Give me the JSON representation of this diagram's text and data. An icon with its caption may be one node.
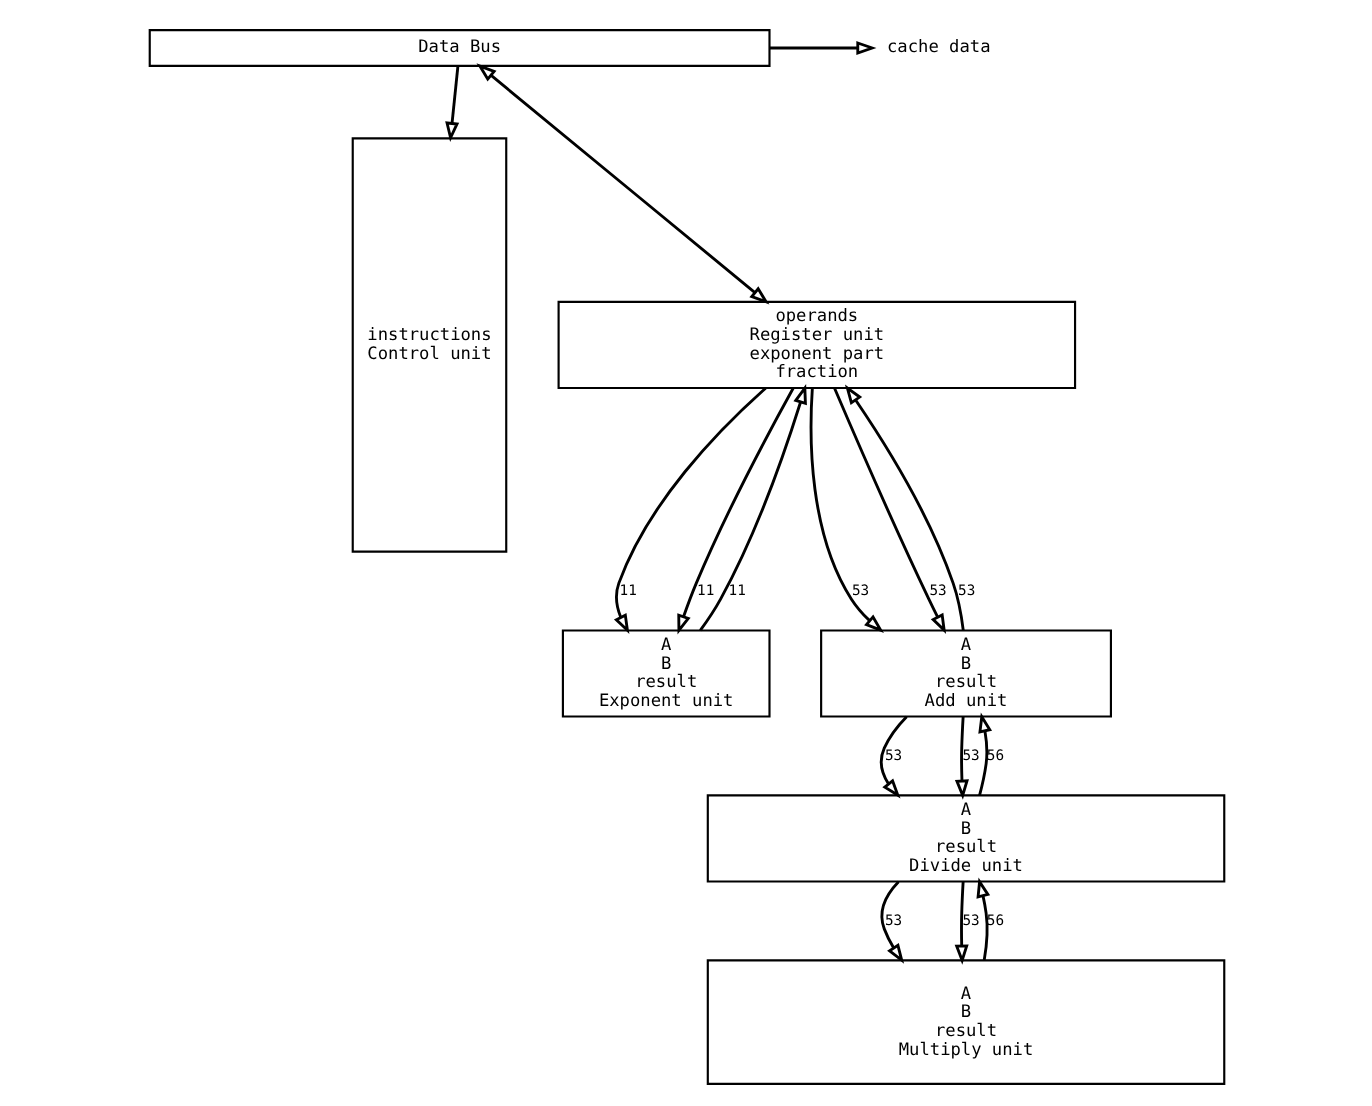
{
  "diagram": {
    "nodes": [
      {
        "text": [
          "cache data"
        ]
      },
      {
        "text": [
          "Data Bus"
        ]
      },
      {
        "text": [
          "instructions",
          "Control unit"
        ]
      },
      {
        "text": [
          "operands",
          "Register unit",
          "exponent part",
          "fraction"
        ]
      },
      {
        "text": [
          "A",
          "B",
          "result",
          "Exponent unit"
        ]
      },
      {
        "text": [
          "A",
          "B",
          "result",
          "Add unit"
        ]
      },
      {
        "text": [
          "A",
          "B",
          "result",
          "Divide unit"
        ]
      },
      {
        "text": [
          "A",
          "B",
          "result",
          "Multiply unit"
        ]
      }
    ],
    "edges": [
      {
        "from": 1,
        "to": 0,
        "arrow": "to"
      },
      {
        "from": 1,
        "to": 2,
        "arrow": "to"
      },
      {
        "from": 1,
        "to": 3,
        "arrow": "both"
      },
      {
        "from": 3,
        "to": 4,
        "arrow": "to",
        "label": "11"
      },
      {
        "from": 3,
        "to": 4,
        "arrow": "to",
        "label": "11"
      },
      {
        "from": 4,
        "to": 3,
        "arrow": "to",
        "label": "11"
      },
      {
        "from": 3,
        "to": 5,
        "arrow": "to",
        "label": "53"
      },
      {
        "from": 3,
        "to": 5,
        "arrow": "to",
        "label": "53"
      },
      {
        "from": 5,
        "to": 3,
        "arrow": "to",
        "label": "53"
      },
      {
        "from": 5,
        "to": 6,
        "arrow": "to",
        "label": "53"
      },
      {
        "from": 5,
        "to": 6,
        "arrow": "to",
        "label": "53"
      },
      {
        "from": 6,
        "to": 5,
        "arrow": "to",
        "label": "56"
      },
      {
        "from": 6,
        "to": 7,
        "arrow": "to",
        "label": "53"
      },
      {
        "from": 6,
        "to": 7,
        "arrow": "to",
        "label": "53"
      },
      {
        "from": 7,
        "to": 6,
        "arrow": "to",
        "label": "56"
      }
    ]
  }
}
